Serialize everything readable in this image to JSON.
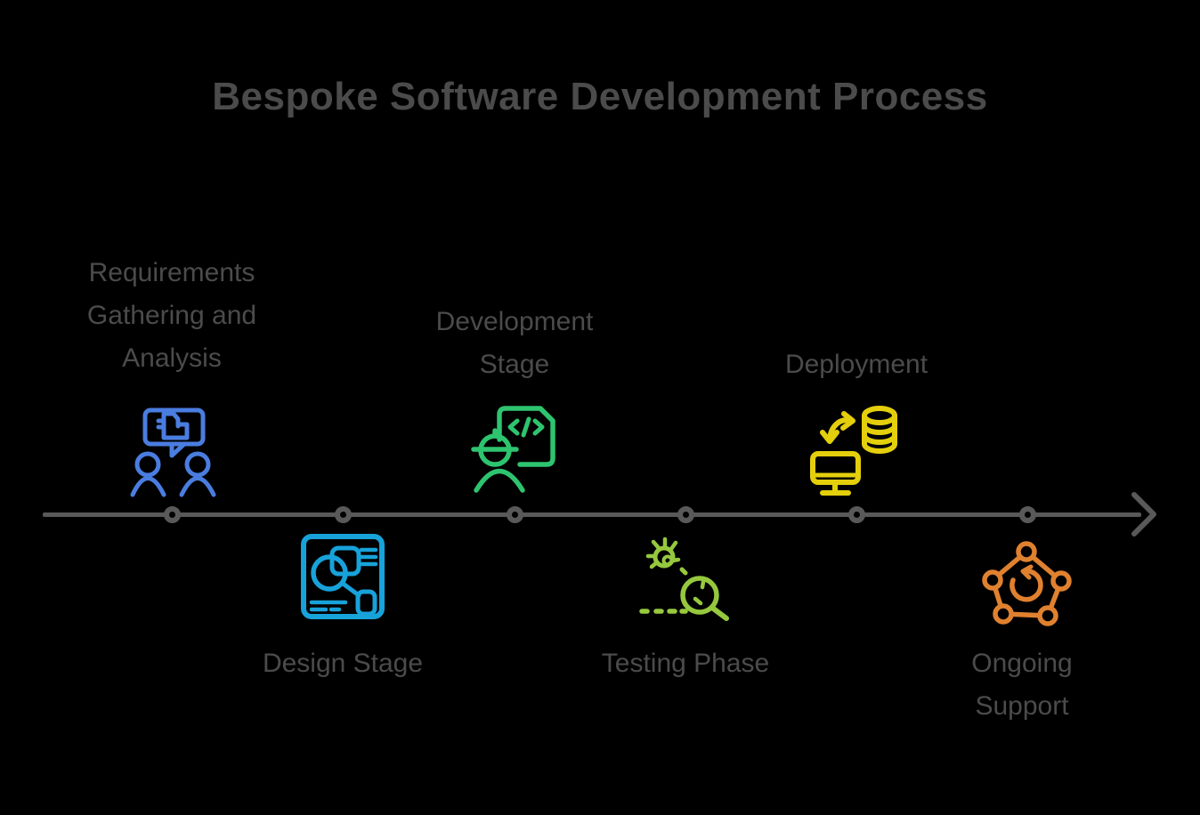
{
  "title": "Bespoke Software Development Process",
  "colors": {
    "bg": "#000000",
    "text": "#4b4b4b",
    "line": "#595959",
    "stage-blue": "#4a7de0",
    "stage-cyan": "#18a2da",
    "stage-green": "#2ec46f",
    "stage-lime": "#96c83e",
    "stage-yellow": "#e3cf0c",
    "stage-orange": "#e0812f"
  },
  "timeline": {
    "orientation": "horizontal",
    "direction": "left-to-right",
    "marker_count": 6
  },
  "stages": [
    {
      "label": "Requirements Gathering and Analysis",
      "icon": "people-discussion-icon",
      "color": "#4a7de0",
      "side": "above"
    },
    {
      "label": "Design Stage",
      "icon": "design-blueprint-icon",
      "color": "#18a2da",
      "side": "below"
    },
    {
      "label": "Development Stage",
      "icon": "developer-code-document-icon",
      "color": "#2ec46f",
      "side": "above"
    },
    {
      "label": "Testing Phase",
      "icon": "bug-magnifier-icon",
      "color": "#96c83e",
      "side": "below"
    },
    {
      "label": "Deployment",
      "icon": "monitor-database-sync-icon",
      "color": "#e3cf0c",
      "side": "above"
    },
    {
      "label": "Ongoing Support",
      "icon": "pentagon-refresh-icon",
      "color": "#e0812f",
      "side": "below"
    }
  ]
}
